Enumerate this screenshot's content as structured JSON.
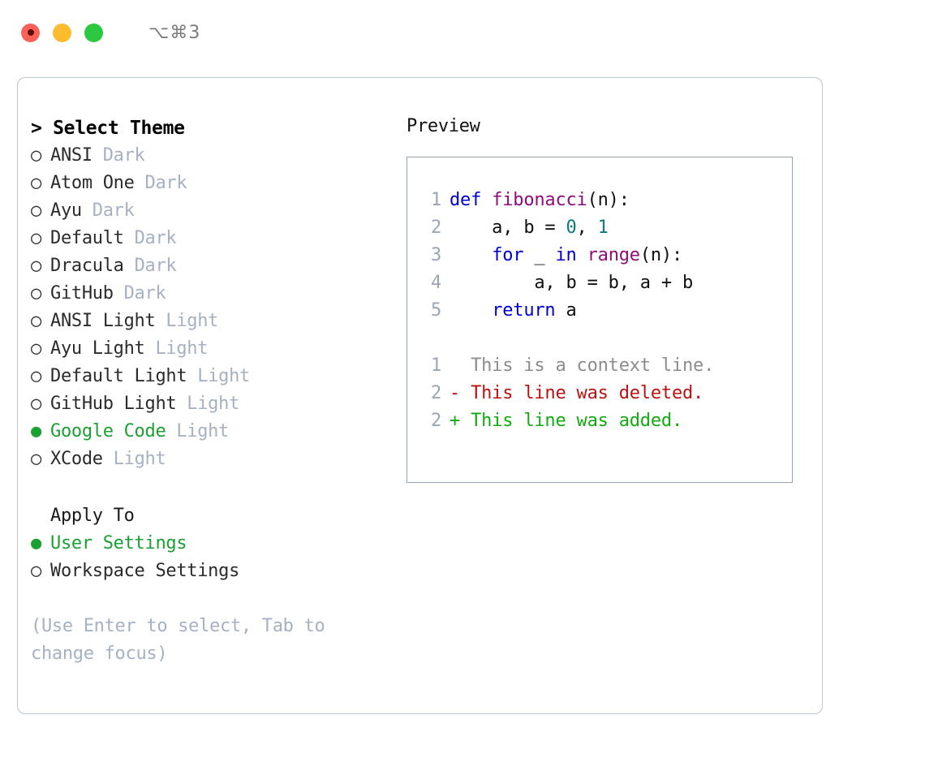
{
  "titlebar": {
    "shortcut": "⌥⌘3",
    "lights": [
      "close-button",
      "minimize-button",
      "maximize-button"
    ]
  },
  "theme_picker": {
    "header_prompt": "> ",
    "header": "Select Theme",
    "selected_bullet": "●",
    "unselected_bullet": "○",
    "items": [
      {
        "name": "ANSI",
        "tag": "Dark",
        "selected": false
      },
      {
        "name": "Atom One",
        "tag": "Dark",
        "selected": false
      },
      {
        "name": "Ayu",
        "tag": "Dark",
        "selected": false
      },
      {
        "name": "Default",
        "tag": "Dark",
        "selected": false
      },
      {
        "name": "Dracula",
        "tag": "Dark",
        "selected": false
      },
      {
        "name": "GitHub",
        "tag": "Dark",
        "selected": false
      },
      {
        "name": "ANSI Light",
        "tag": "Light",
        "selected": false
      },
      {
        "name": "Ayu Light",
        "tag": "Light",
        "selected": false
      },
      {
        "name": "Default Light",
        "tag": "Light",
        "selected": false
      },
      {
        "name": "GitHub Light",
        "tag": "Light",
        "selected": false
      },
      {
        "name": "Google Code",
        "tag": "Light",
        "selected": true
      },
      {
        "name": "XCode",
        "tag": "Light",
        "selected": false
      }
    ]
  },
  "apply_to": {
    "header": "Apply To",
    "options": [
      {
        "name": "User Settings",
        "selected": true
      },
      {
        "name": "Workspace Settings",
        "selected": false
      }
    ]
  },
  "hint": "(Use Enter to select, Tab to change focus)",
  "preview": {
    "title": "Preview",
    "code_lines": [
      {
        "num": "1",
        "tokens": [
          {
            "t": "def ",
            "c": "kw"
          },
          {
            "t": "fibonacci",
            "c": "fn"
          },
          {
            "t": "(n):",
            "c": "txt"
          }
        ]
      },
      {
        "num": "2",
        "tokens": [
          {
            "t": "    a, b = ",
            "c": "txt"
          },
          {
            "t": "0",
            "c": "num"
          },
          {
            "t": ", ",
            "c": "txt"
          },
          {
            "t": "1",
            "c": "num"
          }
        ]
      },
      {
        "num": "3",
        "tokens": [
          {
            "t": "    ",
            "c": "txt"
          },
          {
            "t": "for",
            "c": "kw"
          },
          {
            "t": " _ ",
            "c": "txt"
          },
          {
            "t": "in",
            "c": "kw"
          },
          {
            "t": " ",
            "c": "txt"
          },
          {
            "t": "range",
            "c": "fn"
          },
          {
            "t": "(n):",
            "c": "txt"
          }
        ]
      },
      {
        "num": "4",
        "tokens": [
          {
            "t": "        a, b = b, a + b",
            "c": "txt"
          }
        ]
      },
      {
        "num": "5",
        "tokens": [
          {
            "t": "    ",
            "c": "txt"
          },
          {
            "t": "return",
            "c": "kw"
          },
          {
            "t": " a",
            "c": "txt"
          }
        ]
      }
    ],
    "diff_lines": [
      {
        "num": "1",
        "text": "  This is a context line.",
        "kind": "ctx"
      },
      {
        "num": "2",
        "text": "- This line was deleted.",
        "kind": "del"
      },
      {
        "num": "2",
        "text": "+ This line was added.",
        "kind": "add"
      }
    ]
  },
  "colors": {
    "accent_green": "#1aa033",
    "tag_muted": "#a6b1c2",
    "keyword": "#0000d0",
    "function": "#8e0d79",
    "number": "#0c7a7a",
    "diff_deleted": "#bb1111",
    "diff_added": "#11aa11",
    "border": "#94a2b3"
  }
}
